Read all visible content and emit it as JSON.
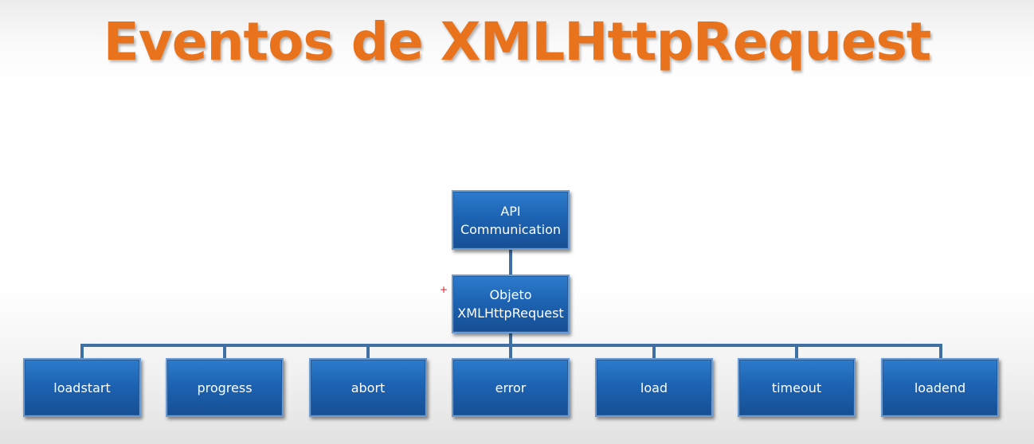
{
  "title": "Eventos de XMLHttpRequest",
  "diagram": {
    "root": "API\nCommunication",
    "middle": "Objeto\nXMLHttpRequest",
    "marker": "+",
    "events": [
      "loadstart",
      "progress",
      "abort",
      "error",
      "load",
      "timeout",
      "loadend"
    ]
  },
  "colors": {
    "title": "#e8731c",
    "node": "#1d63b3",
    "connector": "#3f6fa3"
  }
}
